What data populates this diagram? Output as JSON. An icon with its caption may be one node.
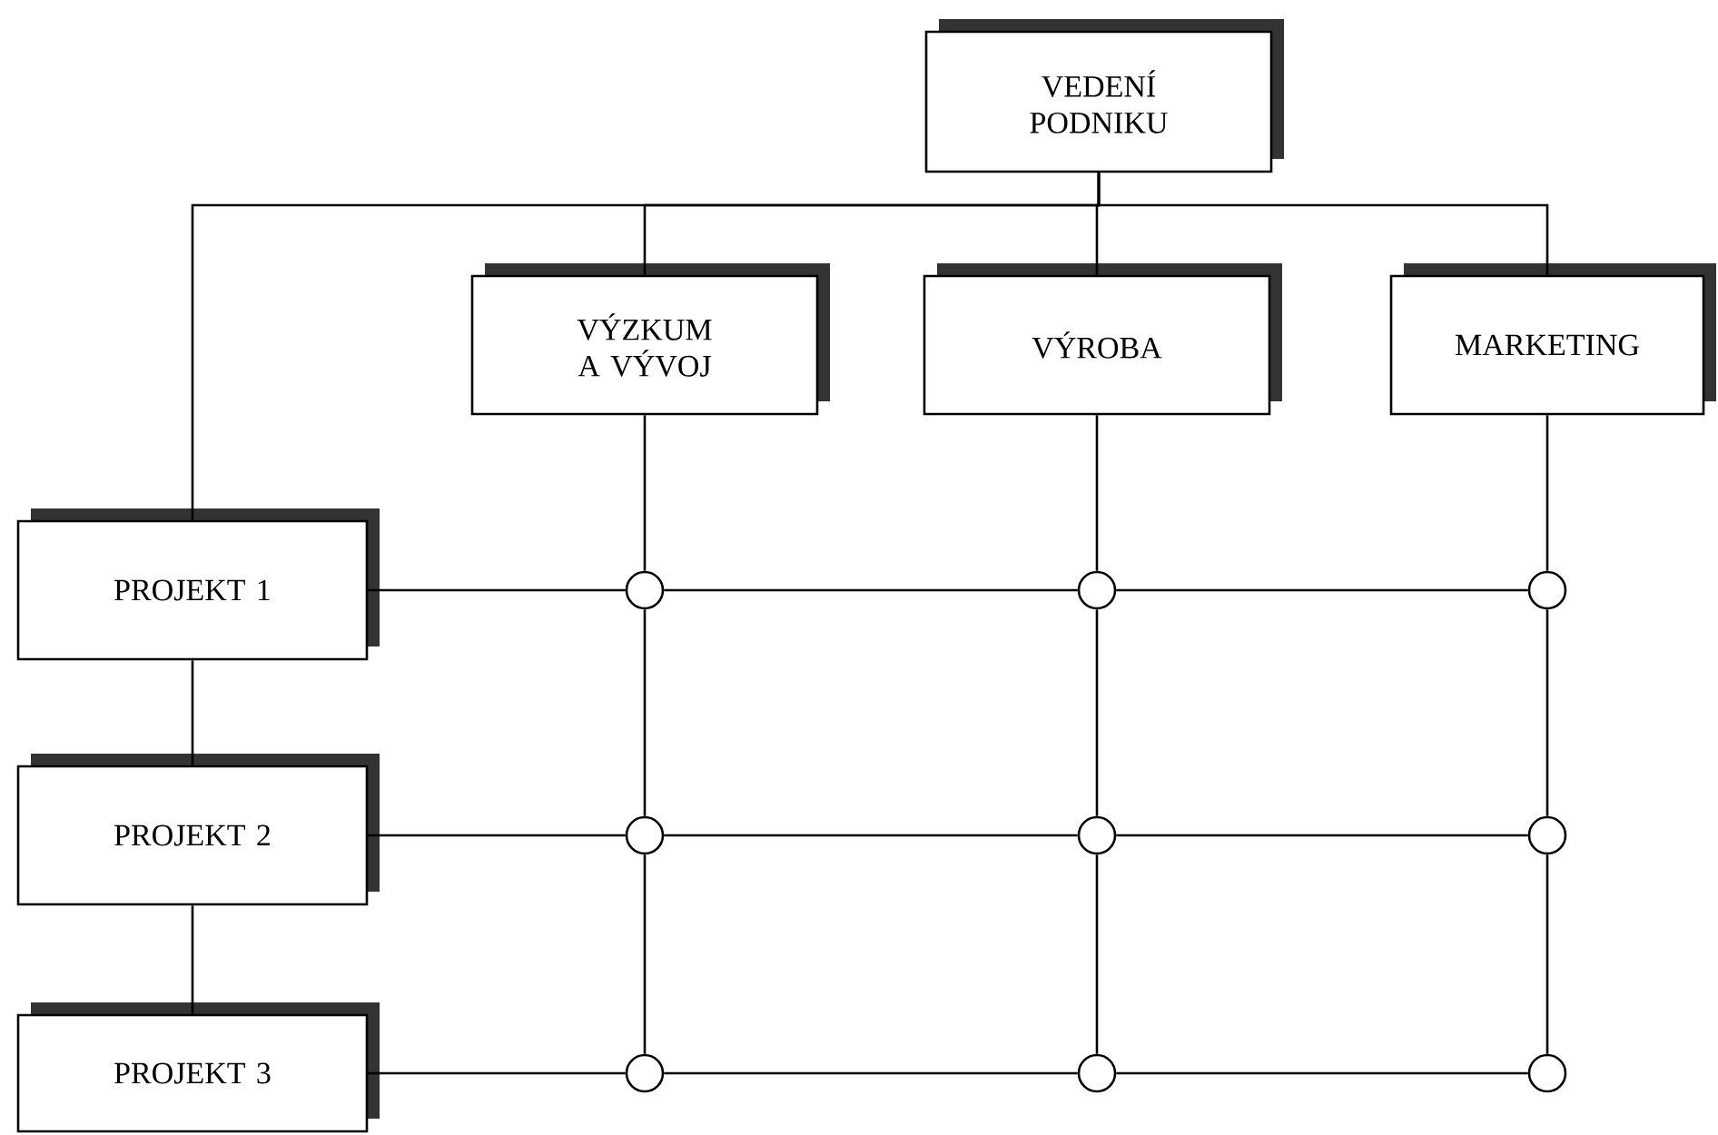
{
  "diagram": {
    "nodes": [
      {
        "text": [
          "VEDENÍ PODNIKU"
        ]
      },
      {
        "text": [
          "VÝZKUM A VÝVOJ"
        ]
      },
      {
        "text": [
          "VÝROBA"
        ]
      },
      {
        "text": [
          "MARKETING"
        ]
      },
      {
        "text": [
          "PROJEKT 1"
        ]
      },
      {
        "text": [
          "PROJEKT 2"
        ]
      },
      {
        "text": [
          "PROJEKT 3"
        ]
      },
      {
        "text": [],
        "shape": "circle"
      },
      {
        "text": [],
        "shape": "circle"
      },
      {
        "text": [],
        "shape": "circle"
      },
      {
        "text": [],
        "shape": "circle"
      },
      {
        "text": [],
        "shape": "circle"
      },
      {
        "text": [],
        "shape": "circle"
      },
      {
        "text": [],
        "shape": "circle"
      },
      {
        "text": [],
        "shape": "circle"
      },
      {
        "text": [],
        "shape": "circle"
      }
    ],
    "edges": [
      {
        "from": 0,
        "to": 1,
        "arrow": "none"
      },
      {
        "from": 0,
        "to": 2,
        "arrow": "none"
      },
      {
        "from": 0,
        "to": 3,
        "arrow": "none"
      },
      {
        "from": 0,
        "to": 4,
        "arrow": "none"
      },
      {
        "from": 4,
        "to": 5,
        "arrow": "none"
      },
      {
        "from": 5,
        "to": 6,
        "arrow": "none"
      },
      {
        "from": 1,
        "to": 7,
        "arrow": "none"
      },
      {
        "from": 7,
        "to": 10,
        "arrow": "none"
      },
      {
        "from": 10,
        "to": 13,
        "arrow": "none"
      },
      {
        "from": 2,
        "to": 8,
        "arrow": "none"
      },
      {
        "from": 8,
        "to": 11,
        "arrow": "none"
      },
      {
        "from": 11,
        "to": 14,
        "arrow": "none"
      },
      {
        "from": 3,
        "to": 9,
        "arrow": "none"
      },
      {
        "from": 9,
        "to": 12,
        "arrow": "none"
      },
      {
        "from": 12,
        "to": 15,
        "arrow": "none"
      },
      {
        "from": 4,
        "to": 7,
        "arrow": "none"
      },
      {
        "from": 7,
        "to": 8,
        "arrow": "none"
      },
      {
        "from": 8,
        "to": 9,
        "arrow": "none"
      },
      {
        "from": 5,
        "to": 10,
        "arrow": "none"
      },
      {
        "from": 10,
        "to": 11,
        "arrow": "none"
      },
      {
        "from": 11,
        "to": 12,
        "arrow": "none"
      },
      {
        "from": 6,
        "to": 13,
        "arrow": "none"
      },
      {
        "from": 13,
        "to": 14,
        "arrow": "none"
      },
      {
        "from": 14,
        "to": 15,
        "arrow": "none"
      }
    ]
  }
}
